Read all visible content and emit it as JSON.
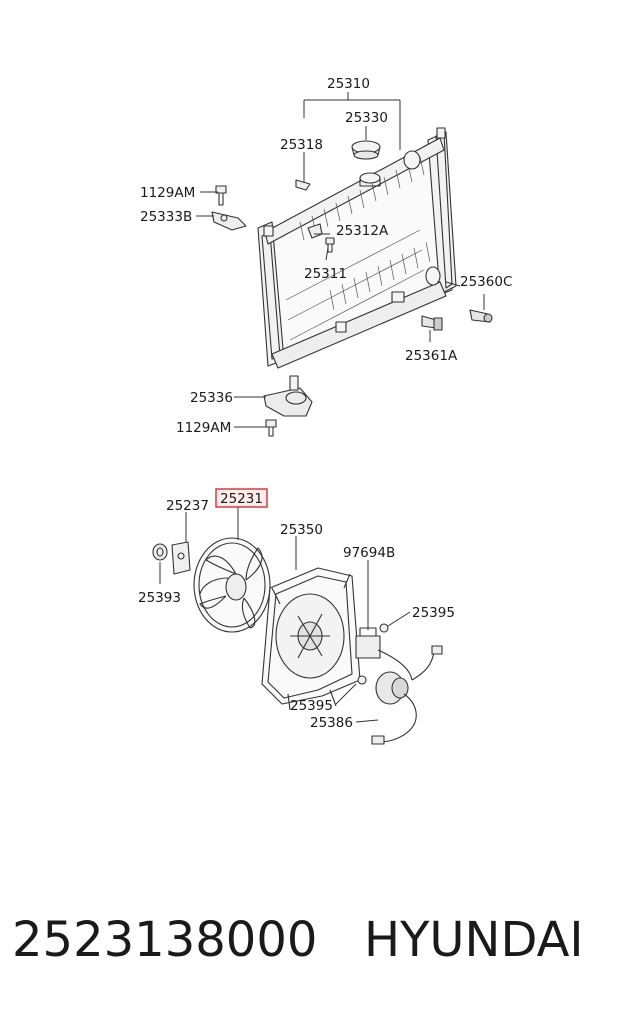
{
  "callouts": {
    "radiator_assy": "25310",
    "cap": "25330",
    "drain_plug": "25318",
    "bolt_upper": "1129AM",
    "bracket_upper": "25333B",
    "clamp": "25312A",
    "bolt_small": "25311",
    "sensor": "25360C",
    "switch": "25361A",
    "insulator_lower": "25336",
    "bolt_lower": "1129AM",
    "clip": "25237",
    "fan_blade": "25231",
    "shroud": "25350",
    "harness": "97694B",
    "screw_upper": "25395",
    "nut": "25393",
    "screw_lower": "25395",
    "motor": "25386"
  },
  "highlight_color": "#d03030",
  "caption": {
    "part_number": "2523138000",
    "brand": "HYUNDAI"
  }
}
